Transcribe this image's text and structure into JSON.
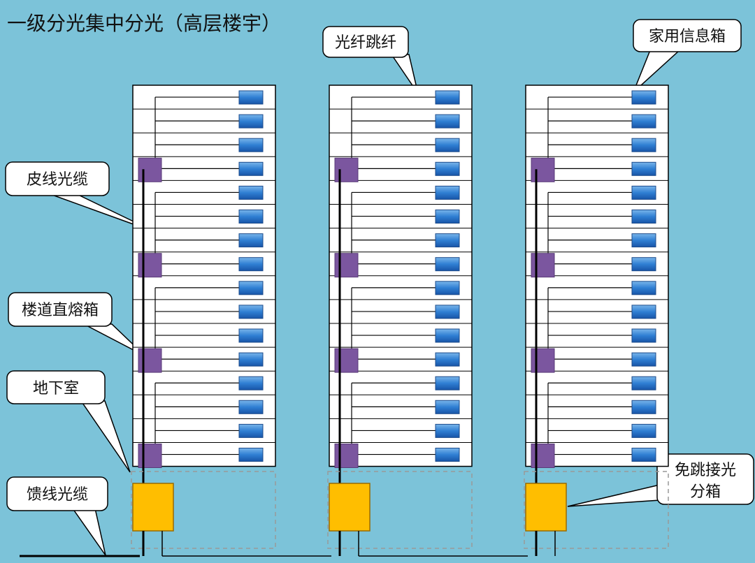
{
  "title": "一级分光集中分光（高层楼宇）",
  "labels": {
    "fiber_jumper": "光纤跳纤",
    "home_box": "家用信息箱",
    "leather_cable": "皮线光缆",
    "corridor_box": "楼道直熔箱",
    "basement": "地下室",
    "feeder_cable": "馈线光缆",
    "splitter_box_line1": "免跳接光",
    "splitter_box_line2": "分箱"
  },
  "colors": {
    "background": "#7cc3d9",
    "home_box": "#2f7fd3",
    "corridor_box": "#7b569f",
    "splitter_box": "#ffbe00"
  }
}
